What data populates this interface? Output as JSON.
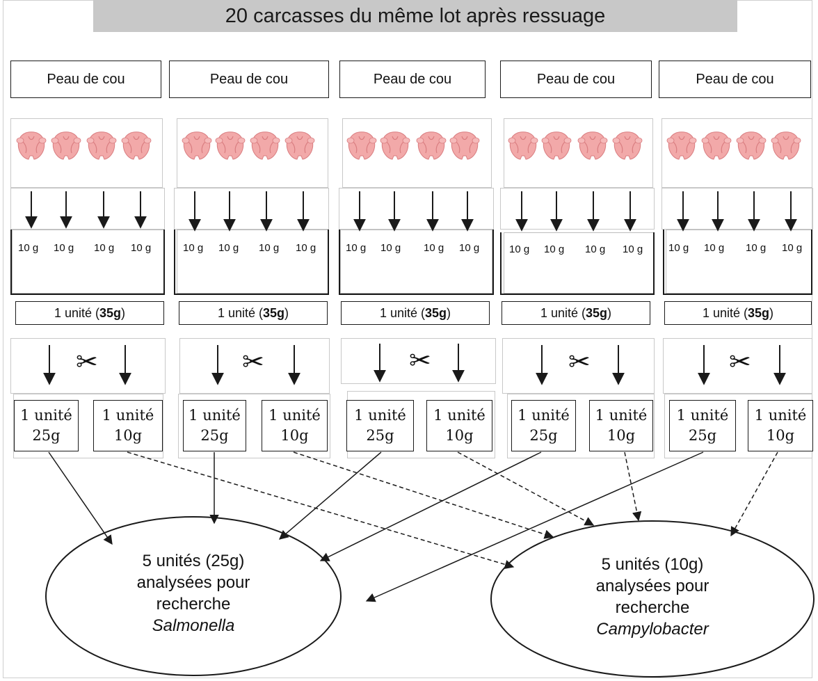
{
  "title": "20 carcasses du même lot après ressuage",
  "groups": [
    {
      "neck_label": "Peau de cou",
      "portions": [
        "10 g",
        "10 g",
        "10 g",
        "10 g"
      ],
      "unit_prefix": "1 unité (",
      "unit_bold": "35g",
      "unit_suffix": ")",
      "split_a_line1": "1 unité",
      "split_a_line2": "25g",
      "split_b_line1": "1 unité",
      "split_b_line2": "10g"
    },
    {
      "neck_label": "Peau de cou",
      "portions": [
        "10 g",
        "10 g",
        "10 g",
        "10 g"
      ],
      "unit_prefix": "1 unité (",
      "unit_bold": "35g",
      "unit_suffix": ")",
      "split_a_line1": "1 unité",
      "split_a_line2": "25g",
      "split_b_line1": "1 unité",
      "split_b_line2": "10g"
    },
    {
      "neck_label": "Peau de cou",
      "portions": [
        "10 g",
        "10 g",
        "10 g",
        "10 g"
      ],
      "unit_prefix": "1 unité (",
      "unit_bold": "35g",
      "unit_suffix": ")",
      "split_a_line1": "1 unité",
      "split_a_line2": "25g",
      "split_b_line1": "1 unité",
      "split_b_line2": "10g"
    },
    {
      "neck_label": "Peau de cou",
      "portions": [
        "10 g",
        "10 g",
        "10 g",
        "10 g"
      ],
      "unit_prefix": "1 unité (",
      "unit_bold": "35g",
      "unit_suffix": ")",
      "split_a_line1": "1 unité",
      "split_a_line2": "25g",
      "split_b_line1": "1 unité",
      "split_b_line2": "10g"
    },
    {
      "neck_label": "Peau de cou",
      "portions": [
        "10 g",
        "10 g",
        "10 g",
        "10 g"
      ],
      "unit_prefix": "1 unité (",
      "unit_bold": "35g",
      "unit_suffix": ")",
      "split_a_line1": "1 unité",
      "split_a_line2": "25g",
      "split_b_line1": "1 unité",
      "split_b_line2": "10g"
    }
  ],
  "scissors_icon": "scissors-icon",
  "carcass_icon": "chicken-carcass-icon",
  "salmonella": {
    "line1": "5 unités (25g)",
    "line2": "analysées pour",
    "line3": "recherche",
    "organism": "Salmonella"
  },
  "campylobacter": {
    "line1": "5 unités (10g)",
    "line2": "analysées pour",
    "line3": "recherche",
    "organism": "Campylobacter"
  },
  "colors": {
    "title_bar": "#c8c8c8",
    "carcass": "#f2a9a9",
    "carcass_shade": "#d97d80",
    "line": "#1a1a1a"
  }
}
